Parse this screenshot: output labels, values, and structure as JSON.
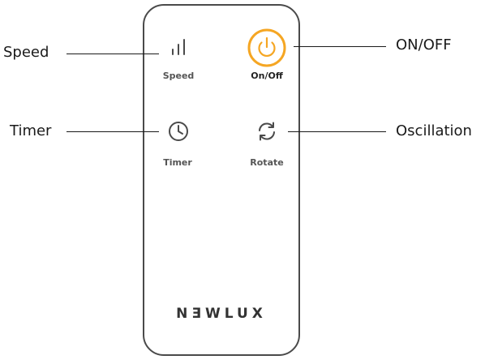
{
  "annotations": {
    "speed": "Speed",
    "on_off": "ON/OFF",
    "timer": "Timer",
    "oscillation": "Oscillation"
  },
  "remote": {
    "buttons": {
      "speed": {
        "label": "Speed",
        "icon": "signal-bars-icon"
      },
      "power": {
        "label": "On/Off",
        "icon": "power-icon"
      },
      "timer": {
        "label": "Timer",
        "icon": "clock-icon"
      },
      "rotate": {
        "label": "Rotate",
        "icon": "rotate-arrows-icon"
      }
    },
    "brand": "NƎWLUX"
  },
  "colors": {
    "accent": "#F5A623",
    "outline": "#4a4a4a",
    "text": "#1a1a1a",
    "button_label": "#555555"
  }
}
